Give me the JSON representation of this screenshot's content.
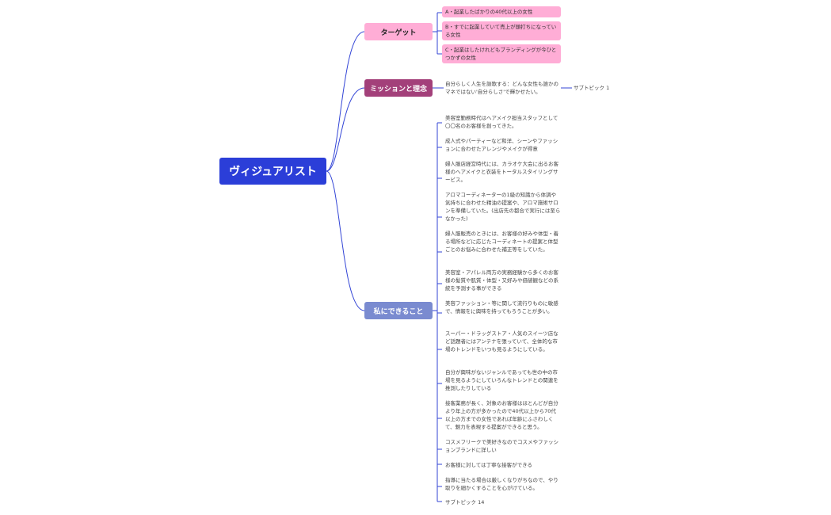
{
  "root": {
    "label": "ヴィジュアリスト"
  },
  "branches": {
    "target": {
      "label": "ターゲット",
      "items": [
        "A・起業したばかりの40代以上の女性",
        "B・すでに起業していて売上が頭打ちになっている女性",
        "C・起業はしたけれどもブランディングが今ひとつかずの女性"
      ]
    },
    "mission": {
      "label": "ミッションと理念",
      "items": [
        "自分らしく人生を謳歌する：どんな女性も誰かのマネではない'自分らしさ'で輝かせたい。"
      ],
      "sub": "サブトピック 1"
    },
    "can": {
      "label": "私にできること",
      "items": [
        "美容室勤務時代はヘアメイク担当スタッフとして〇〇名のお客様を創ってきた。",
        "成人式やパーティーなど和洋、シーンやファッションに合わせたアレンジやメイクが得意",
        "婦人服店経営時代には、カラオケ大会に出るお客様のヘアメイクと衣装をトータルスタイリングサービス。",
        "アロマコーディネーターの1級の知識から体調や気持ちに合わせた精油の提案や、アロマ施術サロンを準備していた。(出店先の都合で実行には至らなかった)",
        "婦人服販売のときには、お客様の好みや体型・着る場所などに応じたコーディネートの提案と体型ごとのお悩みに合わせた補正等をしていた。",
        "美容室・アパレル両方の実務経験から多くのお客様の髪質や肌質・体型・又好みや価値観などの系統を予測する事ができる",
        "美容ファッション・等に関して流行りものに敏感で、情報をに興味を持ってもろうことが多い。",
        "スーパー・ドラッグストア・人気のスイーツ店など話題者にはアンテナを張っていて、全体的な市場のトレンドをいつも見るようにしている。",
        "自分が興味がないジャンルであっても世の中の市場を見るようにしていろんなトレンドとの関連を推測したりしている",
        "接客業務が長く、対象のお客様はほとんどが自分より年上の方が多かったので40代以上から70代以上の方までの女性であれば年齢にふさわしくて、魅力を表現する提案ができると思う。",
        "コスメフリークで美好きなのでコスメやファッションブランドに詳しい",
        "お客様に対しては丁寧な接客ができる",
        "指導に当たる場合は厳しくなりがちなので、やり取りを細かくすることを心がけている。",
        "サブトピック 14"
      ]
    }
  },
  "colors": {
    "root": "#2b3ed8",
    "target": "#ffadd6",
    "mission": "#a3407a",
    "can": "#7a8bd0",
    "link": "#3345d6"
  }
}
